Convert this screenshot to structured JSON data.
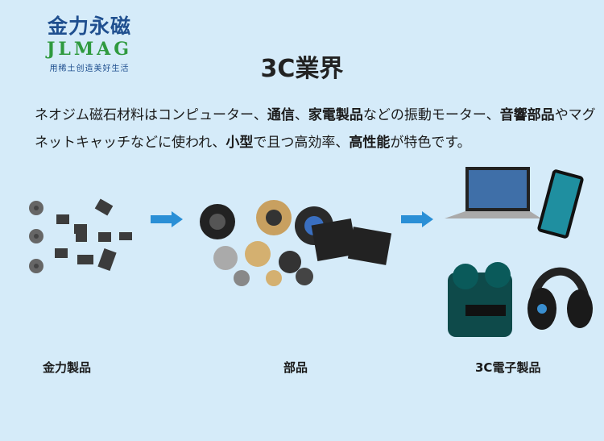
{
  "logo": {
    "cn": "金力永磁",
    "en": "JLMAG",
    "slogan": "用稀土创造美好生活"
  },
  "title": "3C業界",
  "description": [
    {
      "t": "ネオジム磁石材料はコンピューター、",
      "b": false
    },
    {
      "t": "通信",
      "b": true
    },
    {
      "t": "、",
      "b": false
    },
    {
      "t": "家電製品",
      "b": true
    },
    {
      "t": "などの振動モーター、",
      "b": false
    },
    {
      "t": "音響部品",
      "b": true
    },
    {
      "t": "やマグネットキャッチなどに使われ、",
      "b": false
    },
    {
      "t": "小型",
      "b": true
    },
    {
      "t": "で且つ高効率、",
      "b": false
    },
    {
      "t": "高性能",
      "b": true
    },
    {
      "t": "が特色です。",
      "b": false
    }
  ],
  "labels": {
    "magnets": "金力製品",
    "parts": "部品",
    "products": "3C電子製品"
  }
}
